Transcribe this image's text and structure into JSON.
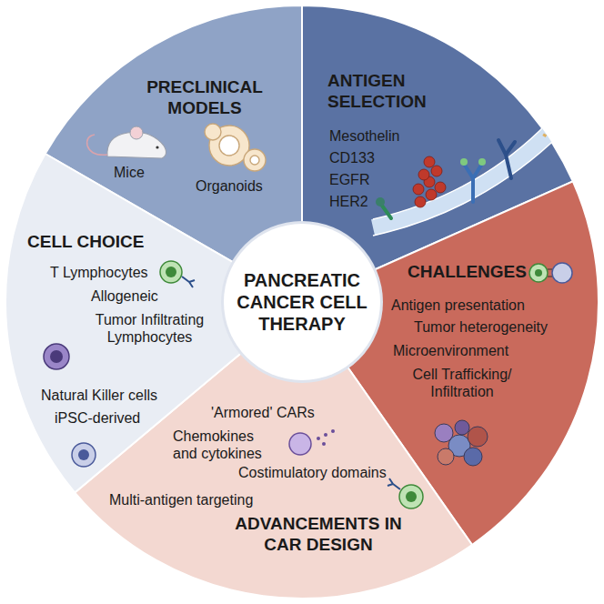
{
  "diagram": {
    "nodes": [
      {
        "text": [
          "PANCREATIC CANCER CELL THERAPY"
        ]
      },
      {
        "text": [
          "PRECLINICAL MODELS",
          "Mice",
          "Organoids"
        ]
      },
      {
        "text": [
          "ANTIGEN SELECTION",
          "Mesothelin",
          "CD133",
          "EGFR",
          "HER2"
        ]
      },
      {
        "text": [
          "CHALLENGES",
          "Antigen presentation",
          "Tumor heterogeneity",
          "Microenvironment",
          "Cell Trafficking/ Infiltration"
        ]
      },
      {
        "text": [
          "ADVANCEMENTS IN CAR DESIGN",
          "'Armored' CARs",
          "Chemokines and cytokines",
          "Costimulatory domains",
          "Multi-antigen targeting"
        ]
      },
      {
        "text": [
          "CELL CHOICE",
          "T Lymphocytes",
          "Allogeneic",
          "Tumor Infiltrating Lymphocytes",
          "Natural Killer cells",
          "iPSC-derived"
        ]
      }
    ]
  }
}
